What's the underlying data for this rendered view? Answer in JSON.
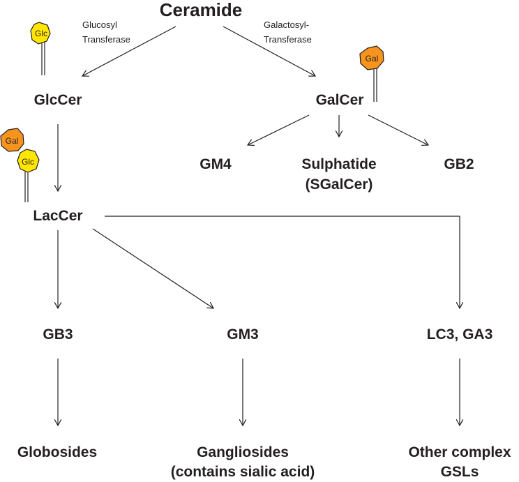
{
  "root": "Ceramide",
  "enzymes": {
    "left": [
      "Glucosyl",
      "Transferase"
    ],
    "right": [
      "Galactosyl-",
      "Transferase"
    ]
  },
  "nodes": {
    "glccer": "GlcCer",
    "galcer": "GalCer",
    "gm4": "GM4",
    "sulphatide": [
      "Sulphatide",
      "(SGalCer)"
    ],
    "gb2": "GB2",
    "laccer": "LacCer",
    "gb3": "GB3",
    "gm3": "GM3",
    "lc3": "LC3, GA3",
    "globosides": "Globosides",
    "gangliosides": [
      "Gangliosides",
      "(contains sialic acid)"
    ],
    "other": [
      "Other complex",
      "GSLs"
    ]
  },
  "sugars": {
    "glc": "Glc",
    "gal": "Gal",
    "glc_color": "#ffe600",
    "gal_color": "#f7941d",
    "outline": "#231f20"
  }
}
